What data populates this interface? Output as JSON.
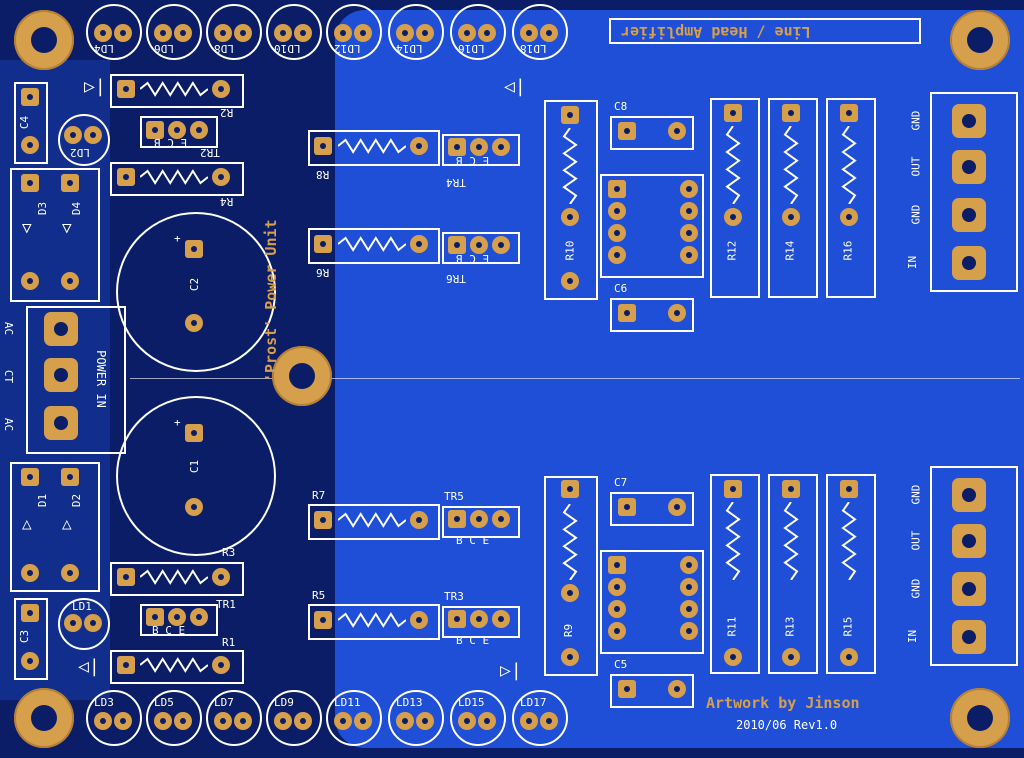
{
  "board": {
    "title": "Line / Head Amplifier",
    "unit_label": "'Prost' Power Unit",
    "credit": "Artwork by Jinson",
    "revision": "2010/06 Rev1.0",
    "power_in": "POWER IN",
    "power_pins": [
      "AC",
      "CT",
      "AC"
    ],
    "io_labels_top": [
      "GND",
      "OUT",
      "GND",
      "IN"
    ],
    "io_labels_bottom": [
      "GND",
      "OUT",
      "GND",
      "IN"
    ],
    "leds_top": [
      "LD4",
      "LD6",
      "LD8",
      "LD10",
      "LD12",
      "LD14",
      "LD16",
      "LD18"
    ],
    "leds_bottom": [
      "LD3",
      "LD5",
      "LD7",
      "LD9",
      "LD11",
      "LD13",
      "LD15",
      "LD17"
    ],
    "ld1": "LD1",
    "ld2": "LD2",
    "caps": {
      "c1": "C1",
      "c2": "C2",
      "c3": "C3",
      "c4": "C4",
      "c5": "C5",
      "c6": "C6",
      "c7": "C7",
      "c8": "C8"
    },
    "diodes": {
      "d1": "D1",
      "d2": "D2",
      "d3": "D3",
      "d4": "D4"
    },
    "resistors": {
      "r1": "R1",
      "r2": "R2",
      "r3": "R3",
      "r4": "R4",
      "r5": "R5",
      "r6": "R6",
      "r7": "R7",
      "r8": "R8",
      "r9": "R9",
      "r10": "R10",
      "r11": "R11",
      "r12": "R12",
      "r13": "R13",
      "r14": "R14",
      "r15": "R15",
      "r16": "R16"
    },
    "transistors": {
      "tr1": "TR1",
      "tr2": "TR2",
      "tr3": "TR3",
      "tr4": "TR4",
      "tr5": "TR5",
      "tr6": "TR6"
    },
    "bce": "B C E",
    "ecb": "E C B",
    "plus": "+"
  },
  "colors": {
    "substrate": "#0b1d66",
    "pour": "#1e4fd6",
    "copper": "#d69f4c",
    "silk": "#ffffff"
  }
}
